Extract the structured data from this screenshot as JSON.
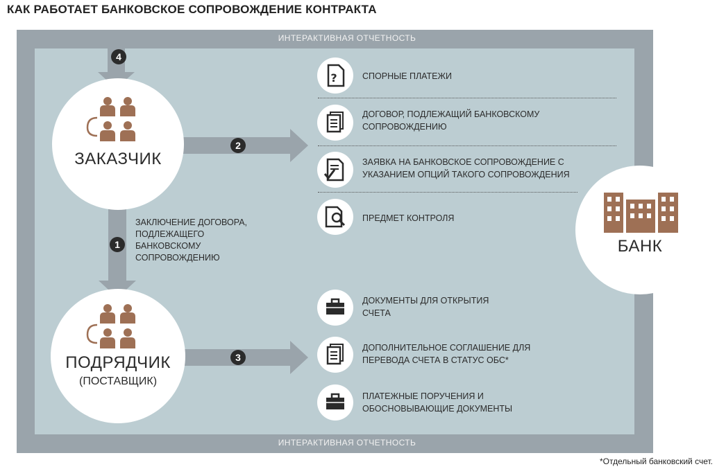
{
  "title": "КАК РАБОТАЕТ БАНКОВСКОЕ СОПРОВОЖДЕНИЕ КОНТРАКТА",
  "reporting_label": "ИНТЕРАКТИВНАЯ ОТЧЕТНОСТЬ",
  "customer": {
    "label": "ЗАКАЗЧИК",
    "icon": "people-group-icon"
  },
  "contractor": {
    "label": "ПОДРЯДЧИК",
    "sublabel": "(ПОСТАВЩИК)",
    "icon": "people-group-icon"
  },
  "bank": {
    "label": "БАНК",
    "icon": "buildings-icon"
  },
  "steps": {
    "s1": {
      "number": "1",
      "text": "ЗАКЛЮЧЕНИЕ ДОГОВОРА, ПОДЛЕЖАЩЕГО БАНКОВСКОМУ СОПРОВОЖДЕНИЮ"
    },
    "s2": {
      "number": "2"
    },
    "s3": {
      "number": "3"
    },
    "s4": {
      "number": "4"
    }
  },
  "customer_items": [
    {
      "text": "СПОРНЫЕ ПЛАТЕЖИ",
      "icon": "question-document-icon"
    },
    {
      "text": "ДОГОВОР, ПОДЛЕЖАЩИЙ БАНКОВСКОМУ  СОПРОВОЖДЕНИЮ",
      "icon": "document-stack-icon"
    },
    {
      "text": "ЗАЯВКА НА БАНКОВСКОЕ СОПРОВОЖДЕНИЕ С УКАЗАНИЕМ ОПЦИЙ ТАКОГО СОПРОВОЖДЕНИЯ",
      "icon": "checked-document-icon"
    },
    {
      "text": "ПРЕДМЕТ КОНТРОЛЯ",
      "icon": "magnifier-document-icon"
    }
  ],
  "contractor_items": [
    {
      "text": "ДОКУМЕНТЫ ДЛЯ ОТКРЫТИЯ СЧЕТА",
      "icon": "briefcase-icon"
    },
    {
      "text": "ДОПОЛНИТЕЛЬНОЕ  СОГЛАШЕНИЕ ДЛЯ ПЕРЕВОДА СЧЕТА В СТАТУС ОБС*",
      "icon": "document-stack-icon"
    },
    {
      "text": "ПЛАТЕЖНЫЕ ПОРУЧЕНИЯ И ОБОСНОВЫВАЮЩИЕ ДОКУМЕНТЫ",
      "icon": "briefcase-icon"
    }
  ],
  "footnote": "*Отдельный банковский счет.",
  "colors": {
    "frame": "#9aa4ab",
    "panel": "#bccdd2",
    "accent": "#9e7055",
    "arrow": "#9aa4ab",
    "dark": "#2b2b2b"
  }
}
